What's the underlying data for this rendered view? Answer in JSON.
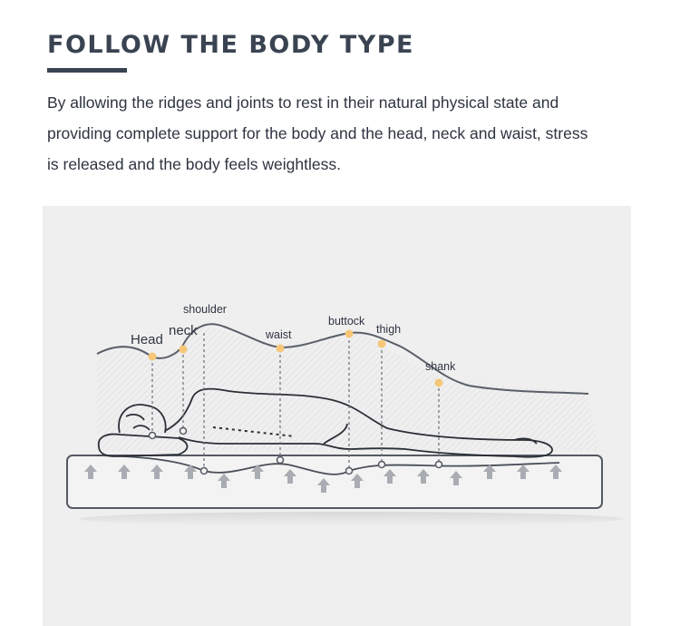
{
  "header": {
    "title": "FOLLOW THE BODY TYPE",
    "description": "By allowing the ridges and joints to rest in their natural physical state and\nproviding complete support for the body and the head, neck and waist, stress\n is released and the body feels weightless."
  },
  "diagram": {
    "labels": {
      "head": "Head",
      "neck": "neck",
      "shoulder": "shoulder",
      "waist": "waist",
      "buttock": "buttock",
      "thigh": "thigh",
      "shank": "shank"
    },
    "colors": {
      "background": "#efefef",
      "line": "#5a5f68",
      "marker": "#f6c778",
      "arrow": "#a9acb2"
    }
  }
}
